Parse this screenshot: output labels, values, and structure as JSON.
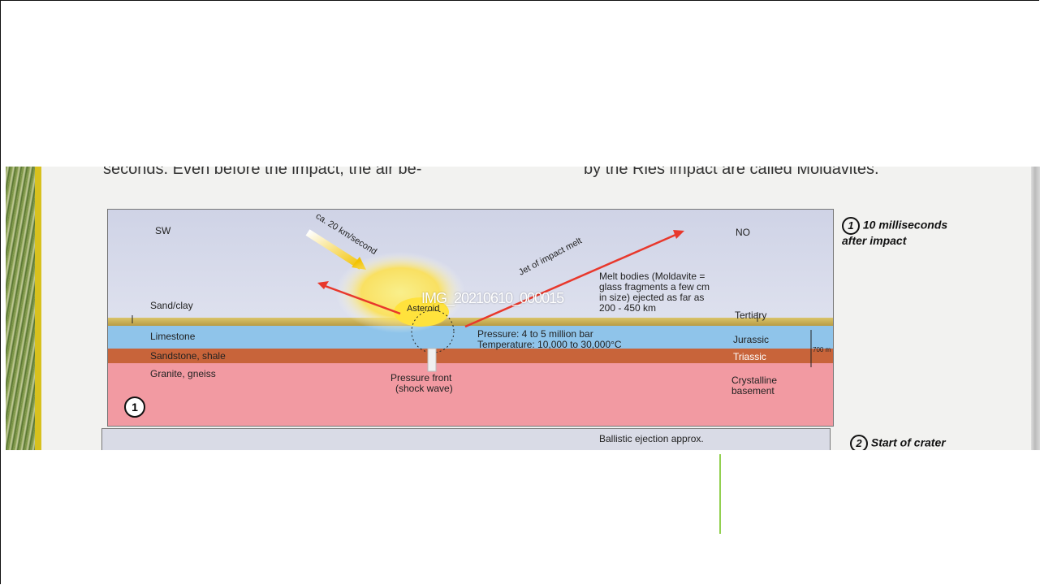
{
  "top_text": {
    "left": "seconds. Even before the impact, the air be-",
    "right": "by the Ries impact are called Moldavites."
  },
  "diagram": {
    "sw": "SW",
    "no": "NO",
    "speed": "ca. 20 km/second",
    "jet": "Jet of impact melt",
    "melt": [
      "Melt bodies (Moldavite =",
      "glass fragments a few cm",
      "in size) ejected as far as",
      "200 - 450 km"
    ],
    "asteroid": "Asteroid",
    "sand_clay": "Sand/clay",
    "limestone": "Limestone",
    "sandstone": "Sandstone, shale",
    "granite": "Granite, gneiss",
    "pressure": "Pressure: 4 to 5 million bar",
    "temperature": "Temperature: 10,000 to 30,000°C",
    "pressure_front": [
      "Pressure front",
      "(shock wave)"
    ],
    "tertiary": "Tertiary",
    "jurassic": "Jurassic",
    "triassic": "Triassic",
    "crystalline": [
      "Crystalline",
      "basement"
    ],
    "depth": "700 m",
    "step": "1"
  },
  "captions": {
    "step1_num": "1",
    "step1": [
      "10 milliseconds",
      "after impact"
    ],
    "step2_num": "2",
    "step2": "Start of crater",
    "ballistic": "Ballistic ejection approx."
  },
  "filename": "IMG_20210610_000015",
  "colors": {
    "accent_line": "#92d050"
  }
}
